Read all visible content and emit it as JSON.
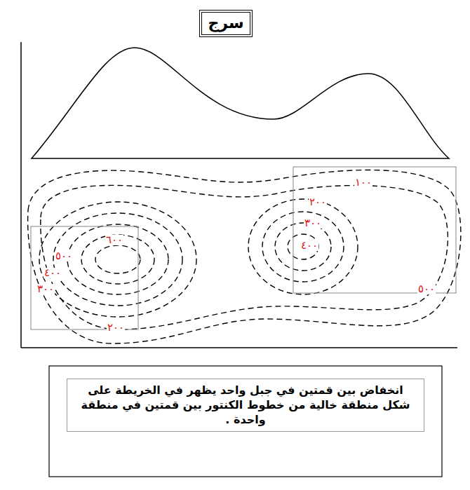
{
  "diagram": {
    "nodes": [
      {
        "text": [
          "سرج"
        ]
      },
      {
        "text": [
          "انخفاض بين قمتين في جبل واحد يظهر في الخريطة على شكل منطقة خالية من خطوط الكنتور بين قمتين في منطقة واحدة ."
        ]
      }
    ],
    "labels": [
      "٦٠٠",
      "٥٠٠",
      "٤٠٠",
      "٣٠٠",
      "٢٠٠",
      "١٠٠",
      "٢٠٠",
      "٣٠٠",
      "٤٠٠",
      "٥٠٠"
    ]
  }
}
